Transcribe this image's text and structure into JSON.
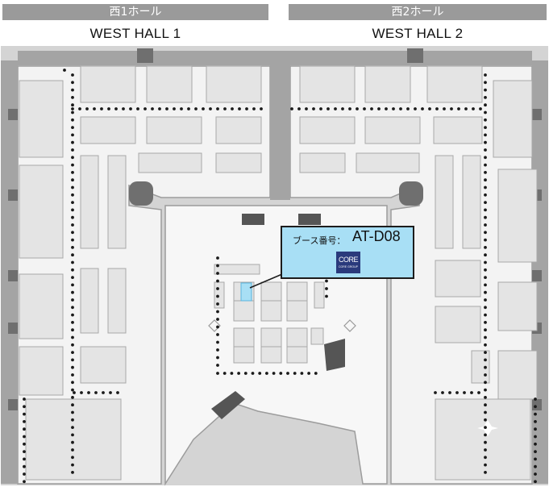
{
  "halls": [
    {
      "name_jp": "西1ホール",
      "name_en": "WEST HALL 1"
    },
    {
      "name_jp": "西2ホール",
      "name_en": "WEST HALL 2"
    }
  ],
  "booth": {
    "label": "ブース番号：",
    "code": "AT-D08",
    "highlight_color": "#a8dff5"
  },
  "exhibitor_logo": {
    "wordmark": "CORE",
    "subtext": "CORE GROUP",
    "color": "#2a3a7c"
  },
  "colors": {
    "floor": "#f2f2f2",
    "wall": "#8e8e8e",
    "booth": "#e6e6e6",
    "aisle_dots": "#1a1a1a",
    "header_bar": "#9a9a9a"
  }
}
